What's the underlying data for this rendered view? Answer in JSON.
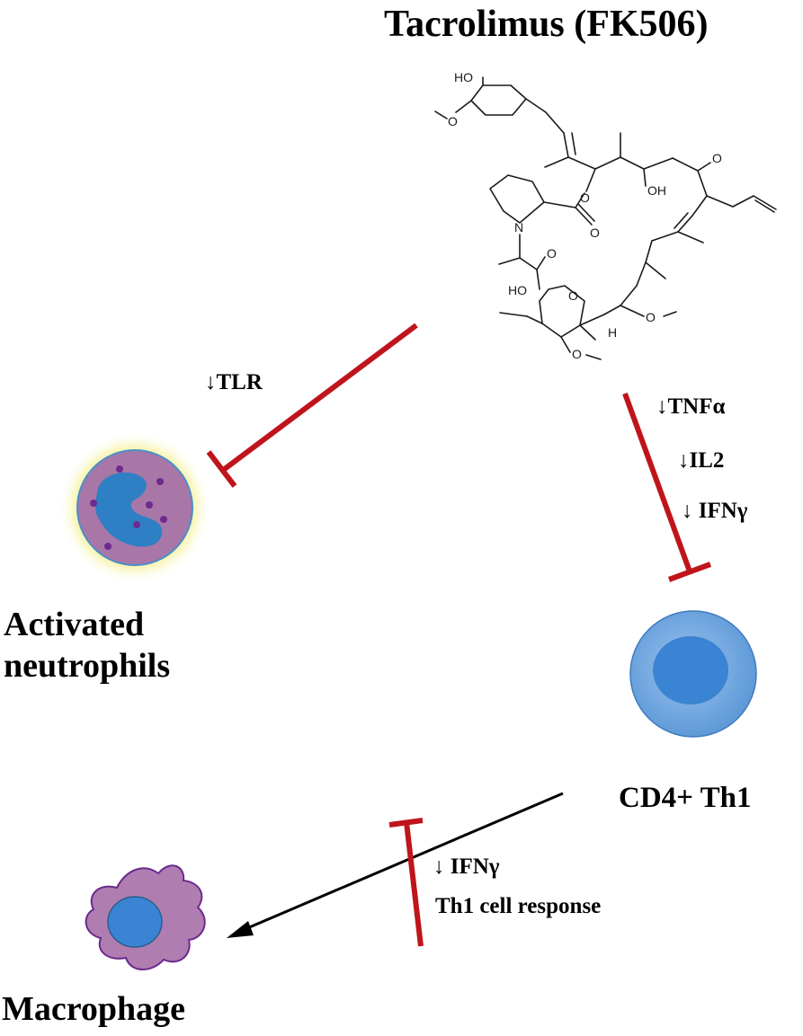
{
  "title": "Tacrolimus (FK506)",
  "molecule": {
    "atoms": [
      "HO",
      "O",
      "O",
      "OH",
      "O",
      "N",
      "O",
      "O",
      "HO",
      "O",
      "H",
      "O",
      "O"
    ]
  },
  "effects": {
    "neutrophil_inhibition": "↓TLR",
    "th1_inhibition": [
      "↓TNFα",
      "↓IL2",
      "↓ IFNγ"
    ],
    "macrophage_inhibition": [
      "↓ IFNγ",
      "Th1 cell response"
    ]
  },
  "cells": {
    "neutrophil": "Activated neutrophils",
    "th1": "CD4+ Th1",
    "macrophage": "Macrophage"
  },
  "colors": {
    "inhibition": "#c0141c",
    "activation": "#000000",
    "neutrophil_glow": "#f4ee6a",
    "neutrophil_cell": "#a877a8",
    "nucleus_blue": "#2f7fc4",
    "th1_outer": "#6fa6e0",
    "th1_inner": "#3b84d3",
    "macrophage_body": "#b07db1"
  }
}
